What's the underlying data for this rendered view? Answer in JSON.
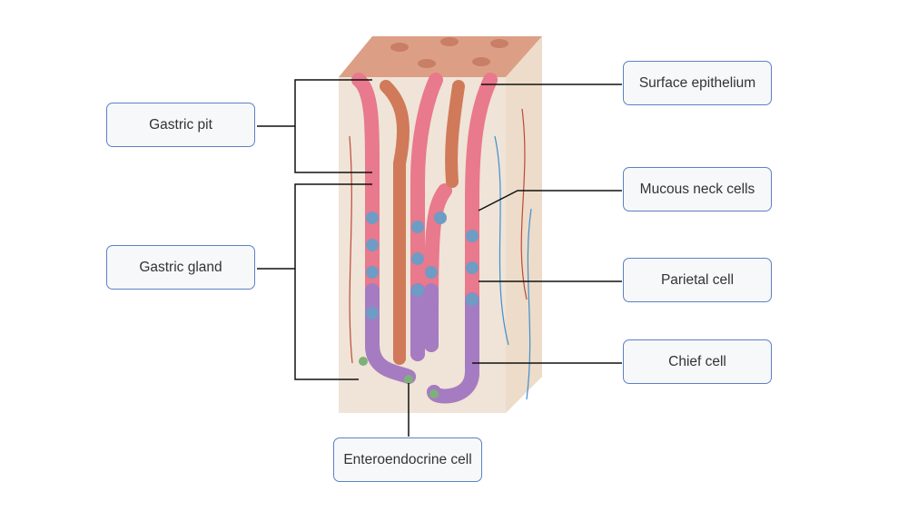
{
  "labels": {
    "gastric_pit": "Gastric pit",
    "gastric_gland": "Gastric gland",
    "surface_epithelium": "Surface epithelium",
    "mucous_neck_cells": "Mucous neck cells",
    "parietal_cell": "Parietal cell",
    "chief_cell": "Chief cell",
    "enteroendocrine_cell": "Enteroendocrine cell"
  },
  "colors": {
    "label_border": "#5d80c6",
    "label_bg": "#f7f8fa",
    "tissue": "#e9d8c8",
    "surface": "#d89a80",
    "mucous": "#e9798c",
    "parietal": "#6f9cc4",
    "chief": "#a57cc2",
    "enteroendocrine": "#7fb07a"
  }
}
